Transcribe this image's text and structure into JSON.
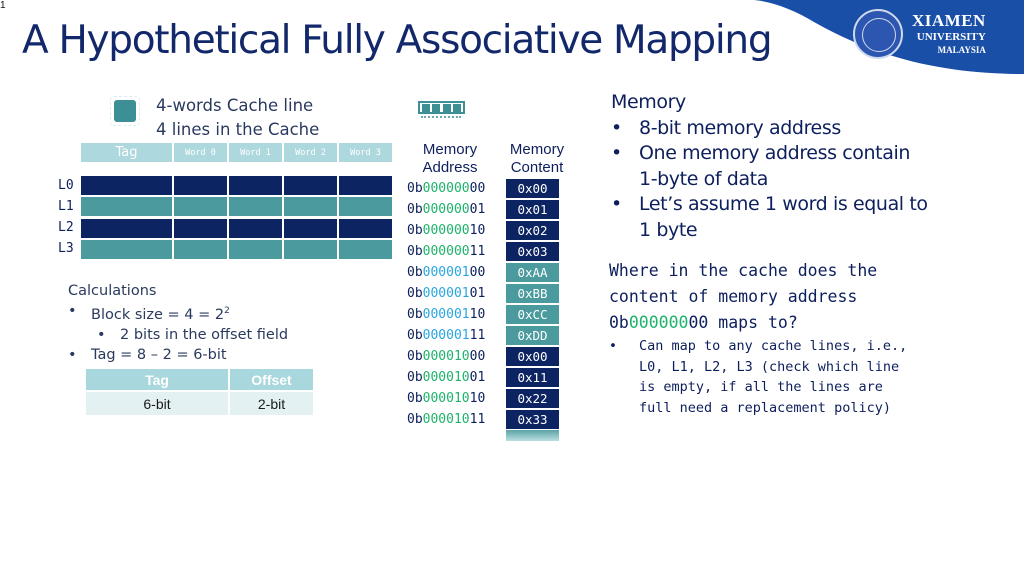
{
  "slide_number": "1",
  "title": "A Hypothetical Fully Associative Mapping",
  "brand": {
    "line1": "XIAMEN",
    "line2": "UNIVERSITY",
    "line3": "MALAYSIA",
    "color": "#1a4fa8"
  },
  "cache": {
    "heading_line1": "4-words Cache line",
    "heading_line2": "4 lines in the Cache",
    "header": [
      "Tag",
      "Word 0",
      "Word 1",
      "Word 2",
      "Word 3"
    ],
    "lines": [
      "L0",
      "L1",
      "L2",
      "L3"
    ],
    "colors": {
      "dark": "#0d2463",
      "teal": "#4a9a9e",
      "header": "#add8de"
    }
  },
  "calculations": {
    "title": "Calculations",
    "block_size": "Block size = 4 = 2",
    "block_size_exp": "2",
    "offset_bits": "2 bits in the offset field",
    "tag_calc": "Tag = 8 – 2 = 6-bit",
    "table": {
      "headers": [
        "Tag",
        "Offset"
      ],
      "values": [
        "6-bit",
        "2-bit"
      ]
    }
  },
  "memory": {
    "address_header": [
      "Memory",
      "Address"
    ],
    "content_header": [
      "Memory",
      "Content"
    ],
    "rows": [
      {
        "prefix": "0b",
        "tag": "000000",
        "offset": "00",
        "value": "0x00",
        "group": "dark",
        "tag_color": "green"
      },
      {
        "prefix": "0b",
        "tag": "000000",
        "offset": "01",
        "value": "0x01",
        "group": "dark",
        "tag_color": "green"
      },
      {
        "prefix": "0b",
        "tag": "000000",
        "offset": "10",
        "value": "0x02",
        "group": "dark",
        "tag_color": "green"
      },
      {
        "prefix": "0b",
        "tag": "000000",
        "offset": "11",
        "value": "0x03",
        "group": "dark",
        "tag_color": "green"
      },
      {
        "prefix": "0b",
        "tag": "000001",
        "offset": "00",
        "value": "0xAA",
        "group": "teal",
        "tag_color": "blue"
      },
      {
        "prefix": "0b",
        "tag": "000001",
        "offset": "01",
        "value": "0xBB",
        "group": "teal",
        "tag_color": "blue"
      },
      {
        "prefix": "0b",
        "tag": "000001",
        "offset": "10",
        "value": "0xCC",
        "group": "teal",
        "tag_color": "blue"
      },
      {
        "prefix": "0b",
        "tag": "000001",
        "offset": "11",
        "value": "0xDD",
        "group": "teal",
        "tag_color": "blue"
      },
      {
        "prefix": "0b",
        "tag": "000010",
        "offset": "00",
        "value": "0x00",
        "group": "dark",
        "tag_color": "green"
      },
      {
        "prefix": "0b",
        "tag": "000010",
        "offset": "01",
        "value": "0x11",
        "group": "dark",
        "tag_color": "green"
      },
      {
        "prefix": "0b",
        "tag": "000010",
        "offset": "10",
        "value": "0x22",
        "group": "dark",
        "tag_color": "green"
      },
      {
        "prefix": "0b",
        "tag": "000010",
        "offset": "11",
        "value": "0x33",
        "group": "dark",
        "tag_color": "green"
      }
    ],
    "colors": {
      "green": "#1db36a",
      "blue": "#29a6e0"
    }
  },
  "notes": {
    "title": "Memory",
    "bullets": [
      [
        "8-bit memory address"
      ],
      [
        "One memory address contain",
        "1-byte of data"
      ],
      [
        "Let’s assume 1 word is equal to",
        "1 byte"
      ]
    ]
  },
  "question": {
    "line1": "Where in the cache does the",
    "line2": "content of memory address",
    "line3_prefix": "0b",
    "line3_tag": "000000",
    "line3_offset": "00",
    "line3_suffix": " maps to?",
    "answer_lines": [
      "Can map to any cache lines, i.e.,",
      "L0, L1, L2, L3 (check which line",
      "is empty, if all the lines are",
      "full need a replacement policy)"
    ]
  }
}
